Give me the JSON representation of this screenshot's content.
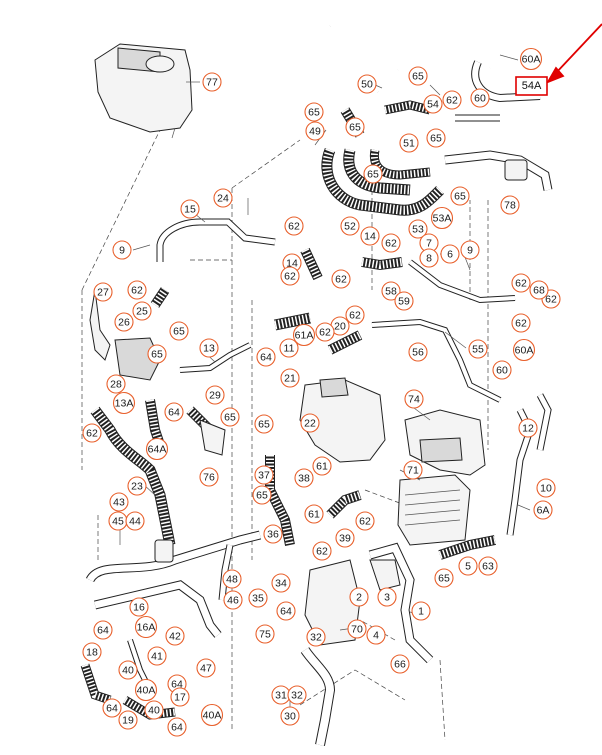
{
  "highlight": {
    "label": "54A"
  },
  "callouts": [
    {
      "id": "c77",
      "label": "77"
    },
    {
      "id": "c60A_top",
      "label": "60A"
    },
    {
      "id": "c50",
      "label": "50"
    },
    {
      "id": "c65_a",
      "label": "65"
    },
    {
      "id": "c54",
      "label": "54"
    },
    {
      "id": "c62_a",
      "label": "62"
    },
    {
      "id": "c60_top",
      "label": "60"
    },
    {
      "id": "c65_b",
      "label": "65"
    },
    {
      "id": "c49",
      "label": "49"
    },
    {
      "id": "c65_c",
      "label": "65"
    },
    {
      "id": "c51",
      "label": "51"
    },
    {
      "id": "c65_d",
      "label": "65"
    },
    {
      "id": "c65_e",
      "label": "65"
    },
    {
      "id": "c65_f",
      "label": "65"
    },
    {
      "id": "c78",
      "label": "78"
    },
    {
      "id": "c24",
      "label": "24"
    },
    {
      "id": "c15",
      "label": "15"
    },
    {
      "id": "c52",
      "label": "52"
    },
    {
      "id": "c53A",
      "label": "53A"
    },
    {
      "id": "c53",
      "label": "53"
    },
    {
      "id": "c9_a",
      "label": "9"
    },
    {
      "id": "c62_b",
      "label": "62"
    },
    {
      "id": "c14_a",
      "label": "14"
    },
    {
      "id": "c62_c",
      "label": "62"
    },
    {
      "id": "c14_b",
      "label": "14"
    },
    {
      "id": "c62_d",
      "label": "62"
    },
    {
      "id": "c7",
      "label": "7"
    },
    {
      "id": "c8",
      "label": "8"
    },
    {
      "id": "c6",
      "label": "6"
    },
    {
      "id": "c9_b",
      "label": "9"
    },
    {
      "id": "c62_e",
      "label": "62"
    },
    {
      "id": "c62_f",
      "label": "62"
    },
    {
      "id": "c27",
      "label": "27"
    },
    {
      "id": "c62_g",
      "label": "62"
    },
    {
      "id": "c25",
      "label": "25"
    },
    {
      "id": "c26",
      "label": "26"
    },
    {
      "id": "c65_g",
      "label": "65"
    },
    {
      "id": "c58",
      "label": "58"
    },
    {
      "id": "c59",
      "label": "59"
    },
    {
      "id": "c62_h",
      "label": "62"
    },
    {
      "id": "c68",
      "label": "68"
    },
    {
      "id": "c62_i",
      "label": "62"
    },
    {
      "id": "c62_j",
      "label": "62"
    },
    {
      "id": "c20",
      "label": "20"
    },
    {
      "id": "c61A",
      "label": "61A"
    },
    {
      "id": "c62_k",
      "label": "62"
    },
    {
      "id": "c11",
      "label": "11"
    },
    {
      "id": "c64_a",
      "label": "64"
    },
    {
      "id": "c13",
      "label": "13"
    },
    {
      "id": "c65_h",
      "label": "65"
    },
    {
      "id": "c56",
      "label": "56"
    },
    {
      "id": "c55",
      "label": "55"
    },
    {
      "id": "c60A_mid",
      "label": "60A"
    },
    {
      "id": "c60_mid",
      "label": "60"
    },
    {
      "id": "c28",
      "label": "28"
    },
    {
      "id": "c21",
      "label": "21"
    },
    {
      "id": "c74",
      "label": "74"
    },
    {
      "id": "c13A",
      "label": "13A"
    },
    {
      "id": "c29",
      "label": "29"
    },
    {
      "id": "c64_b",
      "label": "64"
    },
    {
      "id": "c65_i",
      "label": "65"
    },
    {
      "id": "c62_l",
      "label": "62"
    },
    {
      "id": "c65_j",
      "label": "65"
    },
    {
      "id": "c22",
      "label": "22"
    },
    {
      "id": "c12",
      "label": "12"
    },
    {
      "id": "c64A",
      "label": "64A"
    },
    {
      "id": "c76",
      "label": "76"
    },
    {
      "id": "c61_a",
      "label": "61"
    },
    {
      "id": "c37",
      "label": "37"
    },
    {
      "id": "c38",
      "label": "38"
    },
    {
      "id": "c71",
      "label": "71"
    },
    {
      "id": "c10",
      "label": "10"
    },
    {
      "id": "c23",
      "label": "23"
    },
    {
      "id": "c65_k",
      "label": "65"
    },
    {
      "id": "c61_b",
      "label": "61"
    },
    {
      "id": "c6A",
      "label": "6A"
    },
    {
      "id": "c43",
      "label": "43"
    },
    {
      "id": "c45",
      "label": "45"
    },
    {
      "id": "c44",
      "label": "44"
    },
    {
      "id": "c62_m",
      "label": "62"
    },
    {
      "id": "c39",
      "label": "39"
    },
    {
      "id": "c36",
      "label": "36"
    },
    {
      "id": "c62_n",
      "label": "62"
    },
    {
      "id": "c65_l",
      "label": "65"
    },
    {
      "id": "c5",
      "label": "5"
    },
    {
      "id": "c63",
      "label": "63"
    },
    {
      "id": "c48",
      "label": "48"
    },
    {
      "id": "c34",
      "label": "34"
    },
    {
      "id": "c2",
      "label": "2"
    },
    {
      "id": "c3",
      "label": "3"
    },
    {
      "id": "c46",
      "label": "46"
    },
    {
      "id": "c16",
      "label": "16"
    },
    {
      "id": "c35",
      "label": "35"
    },
    {
      "id": "c1",
      "label": "1"
    },
    {
      "id": "c64_c",
      "label": "64"
    },
    {
      "id": "c16A",
      "label": "16A"
    },
    {
      "id": "c42",
      "label": "42"
    },
    {
      "id": "c64_d",
      "label": "64"
    },
    {
      "id": "c75",
      "label": "75"
    },
    {
      "id": "c32_a",
      "label": "32"
    },
    {
      "id": "c70",
      "label": "70"
    },
    {
      "id": "c4",
      "label": "4"
    },
    {
      "id": "c18",
      "label": "18"
    },
    {
      "id": "c41",
      "label": "41"
    },
    {
      "id": "c47",
      "label": "47"
    },
    {
      "id": "c66",
      "label": "66"
    },
    {
      "id": "c40_a",
      "label": "40"
    },
    {
      "id": "c40A_a",
      "label": "40A"
    },
    {
      "id": "c64_e",
      "label": "64"
    },
    {
      "id": "c31",
      "label": "31"
    },
    {
      "id": "c32_b",
      "label": "32"
    },
    {
      "id": "c64_f",
      "label": "64"
    },
    {
      "id": "c17",
      "label": "17"
    },
    {
      "id": "c40_b",
      "label": "40"
    },
    {
      "id": "c40A_b",
      "label": "40A"
    },
    {
      "id": "c30",
      "label": "30"
    },
    {
      "id": "c19",
      "label": "19"
    },
    {
      "id": "c64_g",
      "label": "64"
    }
  ]
}
